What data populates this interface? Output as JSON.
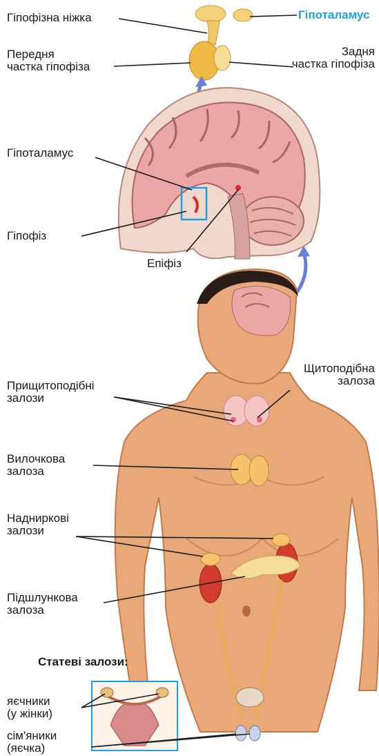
{
  "labels": {
    "pituitary_stalk": "Гіпофізна ніжка",
    "hypothalamus_top": "Гіпоталамус",
    "anterior_pituitary": "Передня\nчастка гіпофіза",
    "posterior_pituitary": "Задня\nчастка гіпофіза",
    "hypothalamus_brain": "Гіпоталамус",
    "pituitary": "Гіпофіз",
    "pineal": "Епіфіз",
    "parathyroid": "Прищитоподібні\nзалози",
    "thyroid": "Щитоподібна\nзалоза",
    "thymus": "Вилочкова\nзалоза",
    "adrenal": "Надниркові\nзалози",
    "pancreas": "Підшлункова\nзалоза",
    "sex_glands": "Статеві залози:",
    "ovaries": "яєчники\n(у жінки)",
    "testes": "сім'яники\n(яєчка)"
  },
  "colors": {
    "highlight": "#1ea0e6",
    "arrow": "#6a7fd8",
    "skin": "#e8a878",
    "brain": "#e9a0a0",
    "gland": "#f2b64a"
  }
}
